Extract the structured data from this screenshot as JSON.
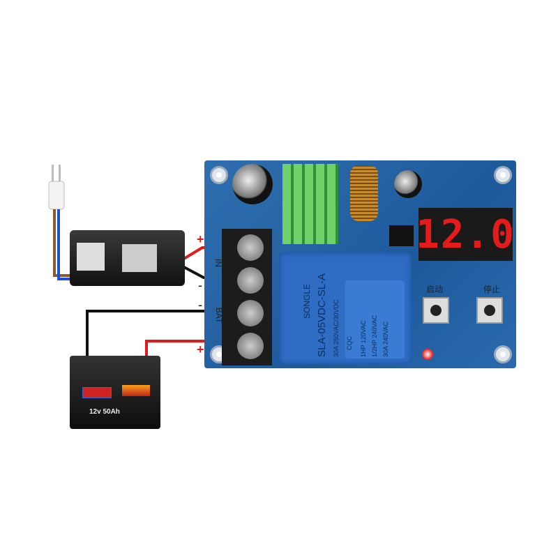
{
  "display": {
    "reading": "12.0"
  },
  "board": {
    "terminal_labels": {
      "in": "IN",
      "bat": "BAT",
      "plus": "+",
      "minus": "-"
    },
    "button_start": "启动",
    "button_stop": "停止",
    "relay": {
      "brand": "SONGLE",
      "model": "SLA-05VDC-SL-A",
      "rating1": "30A 250VAC/30VDC",
      "rating2": "1HP 120VAC",
      "rating3": "1/2HP 240VAC",
      "rating4": "30A 240VAC",
      "cert": "CQC"
    }
  },
  "wiring_labels": {
    "in_plus": "+",
    "in_minus": "-",
    "bat_minus": "-",
    "bat_plus": "+"
  },
  "battery": {
    "spec": "12v 50Ah"
  },
  "colors": {
    "positive_wire": "#e01b1b",
    "negative_wire": "#111111",
    "pcb": "#1d5a9c",
    "display_led": "#e31b1b"
  }
}
